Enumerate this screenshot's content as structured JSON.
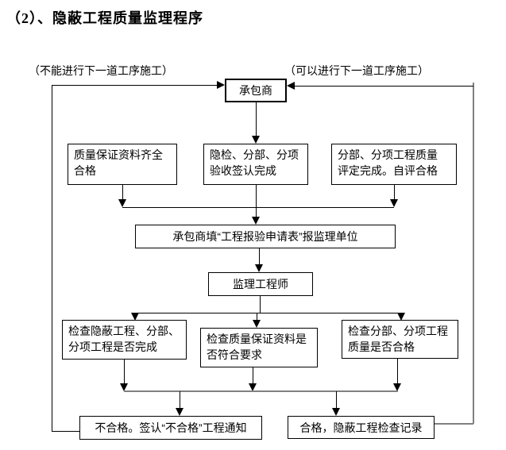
{
  "title": "（2）、隐蔽工程质量监理程序",
  "annotations": {
    "left": "（不能进行下一道工序施工）",
    "right": "（可以进行下一道工序施工）"
  },
  "nodes": {
    "contractor": "承包商",
    "qa_docs": "质量保证资料齐全\n合格",
    "acceptance": "隐检、分部、分项\n验收签认完成",
    "evaluation": "分部、分项工程质量\n评定完成。自评合格",
    "application": "承包商填“工程报验申请表”报监理单位",
    "supervisor": "监理工程师",
    "check_completion": "检查隐蔽工程、分部、\n分项工程是否完成",
    "check_qa_docs": "检查质量保证资料是\n否符合要求",
    "check_quality": "检查分部、分项工程\n质量是否合格",
    "fail_notice": "不合格。签认“不合格”工程通知",
    "pass_record": "合格，隐蔽工程检查记录"
  },
  "colors": {
    "line": "#000000",
    "secondary_line": "#808080",
    "text": "#000000",
    "background": "#ffffff"
  }
}
